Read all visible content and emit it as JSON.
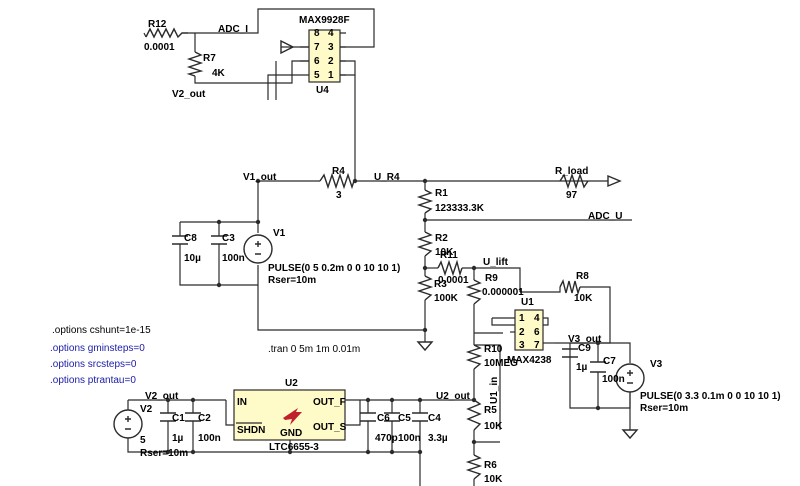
{
  "components": {
    "R12": {
      "name": "R12",
      "value": "0.0001"
    },
    "R7": {
      "name": "R7",
      "value": "4K"
    },
    "U4": {
      "name": "U4",
      "part": "MAX9928F",
      "pins": [
        "8",
        "7",
        "6",
        "5",
        "4",
        "3",
        "2",
        "1"
      ]
    },
    "R4": {
      "name": "R4",
      "value": "3"
    },
    "R1": {
      "name": "R1",
      "value": "123333.3K"
    },
    "R_load": {
      "name": "R_load",
      "value": "97"
    },
    "R2": {
      "name": "R2",
      "value": "10K"
    },
    "R11": {
      "name": "R11",
      "value": "0.0001"
    },
    "R3": {
      "name": "R3",
      "value": "100K"
    },
    "R9": {
      "name": "R9",
      "value": "0.000001"
    },
    "R8": {
      "name": "R8",
      "value": "10K"
    },
    "U1": {
      "name": "U1",
      "part": "MAX4238",
      "pins": [
        "1",
        "2",
        "3",
        "4",
        "6",
        "7"
      ]
    },
    "R10": {
      "name": "R10",
      "value": "10MEG"
    },
    "C9": {
      "name": "C9",
      "value": "1µ"
    },
    "C7": {
      "name": "C7",
      "value": "100n"
    },
    "V3": {
      "name": "V3",
      "value": "PULSE(0 3.3 0.1m 0 0 10 10 1)",
      "rser": "Rser=10m"
    },
    "C8": {
      "name": "C8",
      "value": "10µ"
    },
    "C3": {
      "name": "C3",
      "value": "100n"
    },
    "V1": {
      "name": "V1",
      "value": "PULSE(0 5 0.2m 0 0 10 10 1)",
      "rser": "Rser=10m"
    },
    "V2": {
      "name": "V2",
      "value": "5",
      "rser": "Rser=10m"
    },
    "C1": {
      "name": "C1",
      "value": "1µ"
    },
    "C2": {
      "name": "C2",
      "value": "100n"
    },
    "U2": {
      "name": "U2",
      "part": "LTC6655-3",
      "pin_in": "IN",
      "pin_shdn": "SHDN",
      "pin_gnd": "GND",
      "pin_out_f": "OUT_F",
      "pin_out_s": "OUT_S"
    },
    "C6": {
      "name": "C6",
      "value": "470p"
    },
    "C5": {
      "name": "C5",
      "value": "100n"
    },
    "C4": {
      "name": "C4",
      "value": "3.3µ"
    },
    "R5": {
      "name": "R5",
      "value": "10K"
    },
    "R6": {
      "name": "R6",
      "value": "10K"
    }
  },
  "nets": {
    "adc_i": "ADC_I",
    "v2_out_top": "V2_out",
    "v1_out": "V1_out",
    "u_r4": "U_R4",
    "r_load": "R_load",
    "adc_u": "ADC_U",
    "u_lift": "U_lift",
    "v3_out": "V3_out",
    "v2_out_bottom": "V2_out",
    "u2_out": "U2_out",
    "u1_in": "U1_in"
  },
  "directives": [
    ".options cshunt=1e-15",
    ".options gminsteps=0",
    ".options srcsteps=0",
    ".options ptrantau=0"
  ],
  "tran": ".tran 0 5m 1m 0.01m",
  "colors": {
    "wire": "#2b2b2b",
    "ic_fill": "#fffbc8",
    "directive_blue": "#1a1aa8"
  }
}
